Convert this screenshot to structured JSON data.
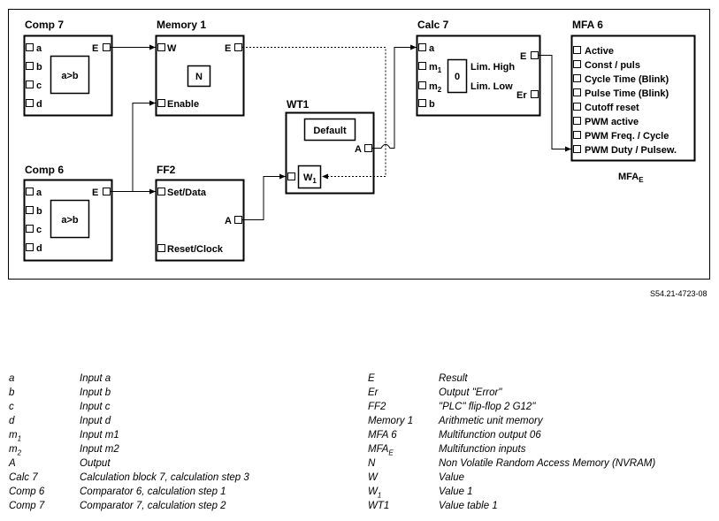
{
  "blocks": {
    "comp7": {
      "title": "Comp 7",
      "inputs": [
        "a",
        "b",
        "c",
        "d"
      ],
      "function": "a>b",
      "output": "E"
    },
    "memory1": {
      "title": "Memory 1",
      "input_w": "W",
      "input_enable": "Enable",
      "output": "E",
      "cell": "N"
    },
    "comp6": {
      "title": "Comp 6",
      "inputs": [
        "a",
        "b",
        "c",
        "d"
      ],
      "function": "a>b",
      "output": "E"
    },
    "ff2": {
      "title": "FF2",
      "input_set": "Set/Data",
      "input_reset": "Reset/Clock",
      "output": "A"
    },
    "wt1": {
      "title": "WT1",
      "default_label": "Default",
      "value_label": "W",
      "value_sub": "1",
      "output": "A"
    },
    "calc7": {
      "title": "Calc 7",
      "input_a": "a",
      "input_m": "m",
      "m1_sub": "1",
      "m2_sub": "2",
      "input_b": "b",
      "value": "0",
      "lim_high": "Lim. High",
      "lim_low": "Lim. Low",
      "output_e": "E",
      "output_er": "Er"
    },
    "mfa6": {
      "title": "MFA 6",
      "items": [
        "Active",
        "Const / puls",
        "Cycle Time (Blink)",
        "Pulse Time (Blink)",
        "Cutoff reset",
        "PWM active",
        "PWM Freq. / Cycle",
        "PWM Duty / Pulsew."
      ],
      "caption": "MFA",
      "caption_sub": "E"
    }
  },
  "doc_id": "S54.21-4723-08",
  "legend_left": [
    {
      "key": "a",
      "desc": "Input a"
    },
    {
      "key": "b",
      "desc": "Input b"
    },
    {
      "key": "c",
      "desc": "Input c"
    },
    {
      "key": "d",
      "desc": "Input d"
    },
    {
      "key": "m",
      "sub": "1",
      "desc": "Input m1"
    },
    {
      "key": "m",
      "sub": "2",
      "desc": "Input m2"
    },
    {
      "key": "A",
      "desc": "Output"
    },
    {
      "key": "Calc 7",
      "desc": "Calculation block 7, calculation step 3"
    },
    {
      "key": "Comp 6",
      "desc": "Comparator 6, calculation step 1"
    },
    {
      "key": "Comp 7",
      "desc": "Comparator 7, calculation step 2"
    }
  ],
  "legend_right": [
    {
      "key": "E",
      "desc": "Result"
    },
    {
      "key": "Er",
      "desc": "Output \"Error\""
    },
    {
      "key": "FF2",
      "desc": "\"PLC\" flip-flop 2 G12\""
    },
    {
      "key": "Memory 1",
      "desc": "Arithmetic unit memory"
    },
    {
      "key": "MFA 6",
      "desc": "Multifunction output 06"
    },
    {
      "key": "MFA",
      "sub": "E",
      "desc": "Multifunction inputs"
    },
    {
      "key": "N",
      "desc": "Non Volatile Random Access Memory (NVRAM)"
    },
    {
      "key": "W",
      "desc": "Value"
    },
    {
      "key": "W",
      "sub": "1",
      "desc": "Value 1"
    },
    {
      "key": "WT1",
      "desc": "Value table 1"
    }
  ]
}
